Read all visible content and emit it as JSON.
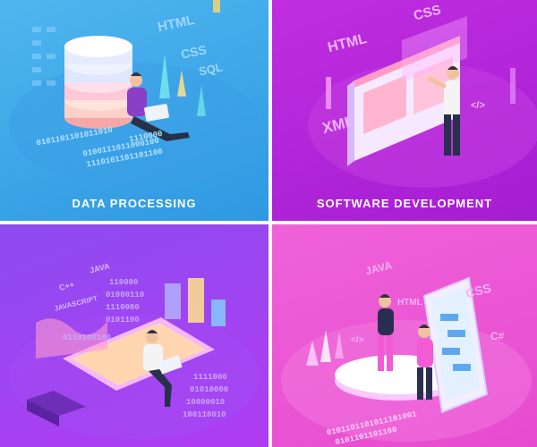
{
  "panels": {
    "data_processing": {
      "caption": "DATA  PROCESSING",
      "tags": [
        "HTML",
        "CSS",
        "SQL"
      ],
      "binary": [
        "0101101101011010",
        "0100111011000100",
        "1110000",
        "1110101101101100"
      ]
    },
    "software_development": {
      "caption": "SOFTWARE DEVELOPMENT",
      "tags": [
        "HTML",
        "CSS",
        "XML",
        "</>"
      ]
    },
    "analytics": {
      "tags": [
        "C++",
        "JAVA",
        "JAVASCRIPT"
      ],
      "binary": [
        "110000",
        "01000110",
        "1110000",
        "0101100",
        "0110100100",
        "1111000",
        "01010000",
        "10000010",
        "100110010"
      ]
    },
    "mobile_dev": {
      "tags": [
        "JAVA",
        "HTML",
        "CSS",
        "</>",
        "C#"
      ],
      "binary": [
        "0101101101011101001",
        "0101101101100"
      ]
    }
  },
  "colors": {
    "blue": "#3aa6e8",
    "purple": "#b126dc",
    "violet": "#9a46f1",
    "pink": "#ee58d6"
  }
}
